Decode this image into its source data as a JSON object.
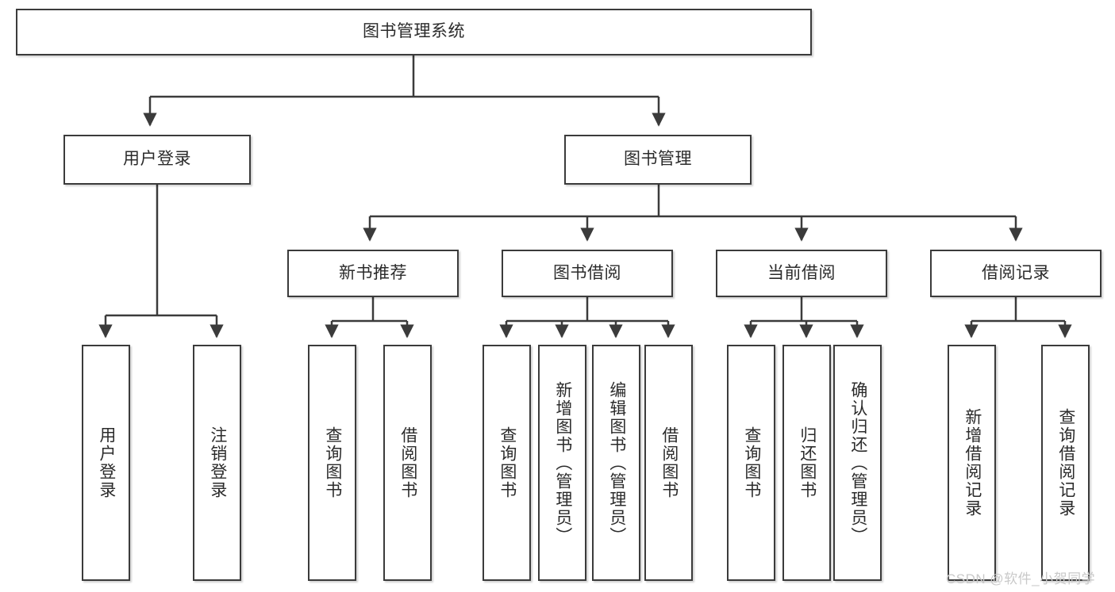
{
  "diagram": {
    "title": "图书管理系统",
    "type": "hierarchy-tree",
    "watermark": "CSDN @软件_小贺同学",
    "colors": {
      "box_border": "#3b3b3b",
      "box_fill": "#ffffff",
      "connector": "#3b3b3b",
      "text": "#2b2b2b",
      "watermark": "#c9c9c9"
    },
    "nodes": {
      "root": {
        "label": "图书管理系统"
      },
      "level2": [
        {
          "id": "user-login",
          "label": "用户登录"
        },
        {
          "id": "book-manage",
          "label": "图书管理"
        }
      ],
      "level3": [
        {
          "id": "new-book-recommend",
          "label": "新书推荐"
        },
        {
          "id": "book-borrow",
          "label": "图书借阅"
        },
        {
          "id": "current-borrow",
          "label": "当前借阅"
        },
        {
          "id": "borrow-record",
          "label": "借阅记录"
        }
      ],
      "leaves": {
        "user_login": [
          {
            "id": "leaf-user-login",
            "label": "用户登录"
          },
          {
            "id": "leaf-logout-login",
            "label": "注销登录"
          }
        ],
        "new_book_recommend": [
          {
            "id": "leaf-query-book-1",
            "label": "查询图书"
          },
          {
            "id": "leaf-borrow-book-1",
            "label": "借阅图书"
          }
        ],
        "book_borrow": [
          {
            "id": "leaf-query-book-2",
            "label": "查询图书"
          },
          {
            "id": "leaf-add-book",
            "label": "新增图书（管理员）"
          },
          {
            "id": "leaf-edit-book",
            "label": "编辑图书（管理员）"
          },
          {
            "id": "leaf-borrow-book-2",
            "label": "借阅图书"
          }
        ],
        "current_borrow": [
          {
            "id": "leaf-query-book-3",
            "label": "查询图书"
          },
          {
            "id": "leaf-return-book",
            "label": "归还图书"
          },
          {
            "id": "leaf-confirm-return",
            "label": "确认归还（管理员）"
          }
        ],
        "borrow_record": [
          {
            "id": "leaf-add-record",
            "label": "新增借阅记录"
          },
          {
            "id": "leaf-query-record",
            "label": "查询借阅记录"
          }
        ]
      }
    }
  }
}
